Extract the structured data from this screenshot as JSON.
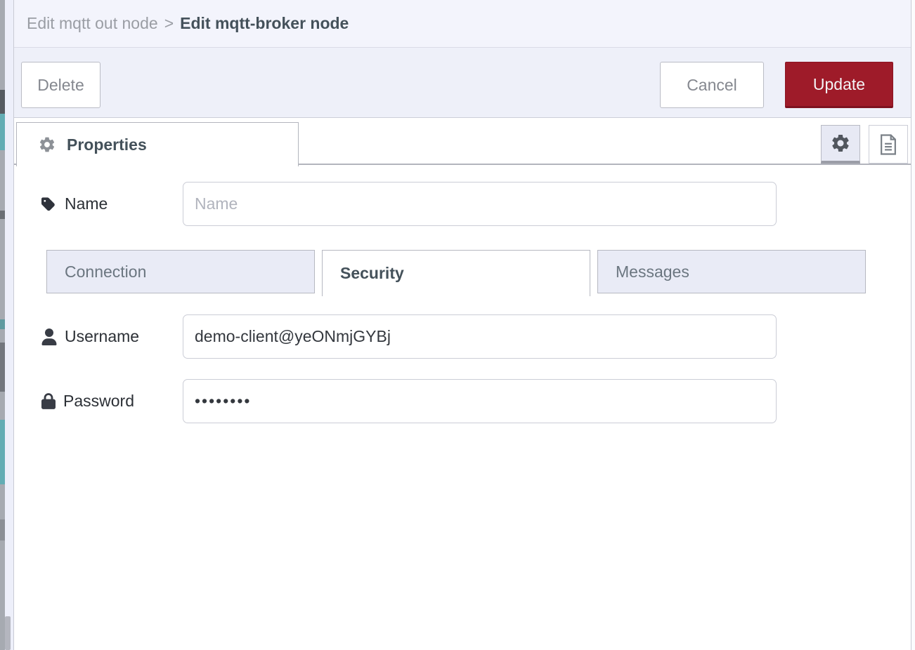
{
  "breadcrumb": {
    "parent": "Edit mqtt out node",
    "separator": ">",
    "current": "Edit mqtt-broker node"
  },
  "toolbar": {
    "delete_label": "Delete",
    "cancel_label": "Cancel",
    "update_label": "Update"
  },
  "header": {
    "properties_tab_label": "Properties",
    "properties_tab_icon": "gear-icon",
    "edit_view_icon": "gear-icon",
    "description_view_icon": "document-icon"
  },
  "form": {
    "name": {
      "icon": "tag-icon",
      "label": "Name",
      "value": "",
      "placeholder": "Name"
    },
    "tabs": [
      {
        "label": "Connection",
        "active": false
      },
      {
        "label": "Security",
        "active": true
      },
      {
        "label": "Messages",
        "active": false
      }
    ],
    "username": {
      "icon": "user-icon",
      "label": "Username",
      "value": "demo-client@yeONmjGYBj"
    },
    "password": {
      "icon": "lock-icon",
      "label": "Password",
      "value": "••••••••"
    }
  },
  "colors": {
    "accent_red": "#9e1b29",
    "header_bg": "#eef0f9",
    "breadcrumb_bg": "#f3f4fc",
    "inactive_tab_bg": "#e9ebf6",
    "active_text": "#44515a"
  }
}
